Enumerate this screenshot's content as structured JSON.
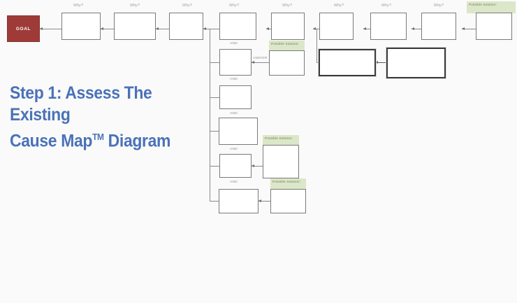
{
  "slide": {
    "title_line1": "Step 1: Assess The Existing",
    "title_line2_pre": "Cause Map",
    "title_tm": "TM",
    "title_line2_post": " Diagram",
    "title_color": "#4a72b8",
    "background": "#fafafa"
  },
  "diagram": {
    "goal_label": "GOAL",
    "goal_color": "#9e3b38",
    "why_label": "Why?",
    "and_label": "AND",
    "and_or_label": "AND/OR",
    "possible_solution_label": "Possible Solution:",
    "possible_solution_color": "#dce6c8",
    "box_border_color": "#7a7a7a",
    "emphasis_border_color": "#3a3a3a",
    "chain_boxes": [
      {
        "id": "why-1",
        "label": "Why?"
      },
      {
        "id": "why-2",
        "label": "Why?"
      },
      {
        "id": "why-3",
        "label": "Why?"
      },
      {
        "id": "why-4",
        "label": "Why?"
      },
      {
        "id": "why-5",
        "label": "Why?"
      },
      {
        "id": "why-6",
        "label": "Why?"
      },
      {
        "id": "why-7",
        "label": "Why?"
      },
      {
        "id": "why-8",
        "label": "Why?"
      }
    ],
    "branch_boxes": [
      {
        "id": "branch-1",
        "connector": "AND"
      },
      {
        "id": "branch-2",
        "connector": "AND"
      },
      {
        "id": "branch-3",
        "connector": "AND"
      },
      {
        "id": "branch-4",
        "connector": "AND"
      },
      {
        "id": "branch-5",
        "connector": "AND"
      }
    ],
    "solution_boxes": [
      {
        "id": "solution-top-right",
        "header": "Possible Solution:"
      },
      {
        "id": "solution-mid",
        "header": "Possible Solution:"
      },
      {
        "id": "solution-lower",
        "header": "Possible Solution:"
      },
      {
        "id": "solution-bottom",
        "header": "Possible Solution:"
      }
    ],
    "emphasis_boxes": [
      {
        "id": "emphasis-left"
      },
      {
        "id": "emphasis-right"
      }
    ]
  }
}
